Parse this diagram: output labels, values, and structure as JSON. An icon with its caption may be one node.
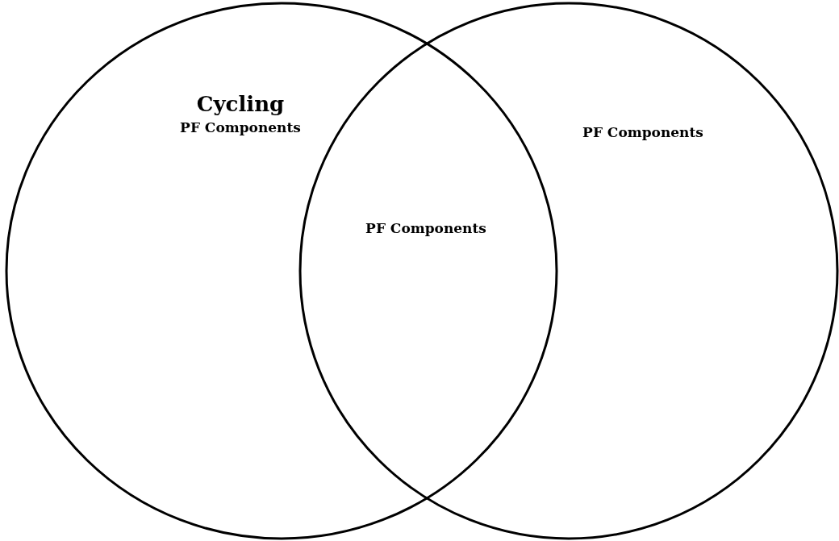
{
  "diagram": {
    "nodes": [
      {
        "text": [
          "Cycling",
          "PF Components"
        ]
      },
      {
        "text": [
          "PF Components"
        ]
      }
    ],
    "labels": [
      "PF Components"
    ]
  }
}
